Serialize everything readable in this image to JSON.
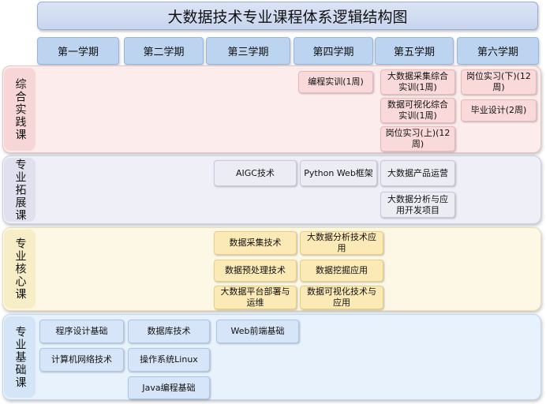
{
  "title": "大数据技术专业课程体系逻辑结构图",
  "semesters": [
    "第一学期",
    "第二学期",
    "第三学期",
    "第四学期",
    "第五学期",
    "第六学期"
  ],
  "rows": {
    "practice": {
      "label": "综合实践课",
      "courses": {
        "s4_1": "编程实训(1周)",
        "s5_1": "大数据采集综合实训(1周)",
        "s5_2": "数据可视化综合实训(1周)",
        "s5_3": "岗位实习(上)(12周)",
        "s6_1": "岗位实习(下)(12周)",
        "s6_2": "毕业设计(2周)"
      }
    },
    "extension": {
      "label": "专业拓展课",
      "courses": {
        "s3_1": "AIGC技术",
        "s4_1": "Python Web框架",
        "s5_1": "大数据产品运营",
        "s5_2": "大数据分析与应用开发项目"
      }
    },
    "core": {
      "label": "专业核心课",
      "courses": {
        "s3_1": "数据采集技术",
        "s3_2": "数据预处理技术",
        "s3_3": "大数据平台部署与运维",
        "s4_1": "大数据分析技术应用",
        "s4_2": "数据挖掘应用",
        "s4_3": "数据可视化技术与应用"
      }
    },
    "base": {
      "label": "专业基础课",
      "courses": {
        "s1_1": "程序设计基础",
        "s1_2": "计算机网络技术",
        "s2_1": "数据库技术",
        "s2_2": "操作系统Linux",
        "s2_3": "Java编程基础",
        "s3_1": "Web前端基础"
      }
    }
  }
}
